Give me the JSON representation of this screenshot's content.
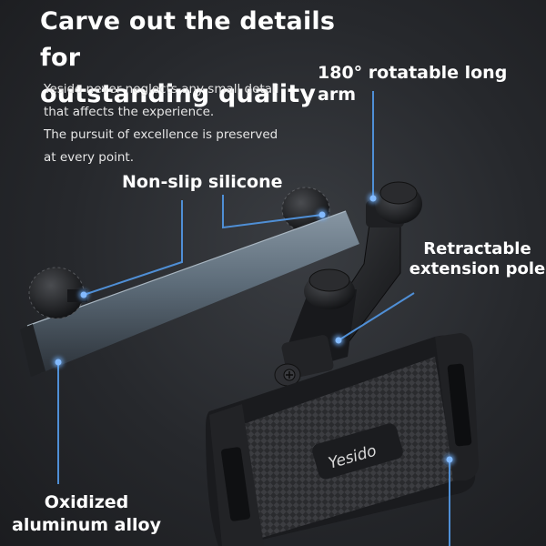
{
  "headline": {
    "line1": "Carve out the details for",
    "line2": "outstanding quality"
  },
  "intro": {
    "line1": "Yesido never neglects any small detail",
    "line2": "that affects the experience.",
    "line3": "The pursuit of excellence is preserved",
    "line4": "at every point."
  },
  "callouts": {
    "rotatable_arm": "180° rotatable long arm",
    "silicone": "Non-slip silicone",
    "extension_line1": "Retractable",
    "extension_line2": "extension pole",
    "aluminum_line1": "Oxidized",
    "aluminum_line2": "aluminum alloy"
  },
  "product": {
    "brand_logo": "Yesido"
  },
  "colors": {
    "leader_line": "#4f8fd6",
    "background": "#2a2c30",
    "bar": "#5e6e7b"
  }
}
